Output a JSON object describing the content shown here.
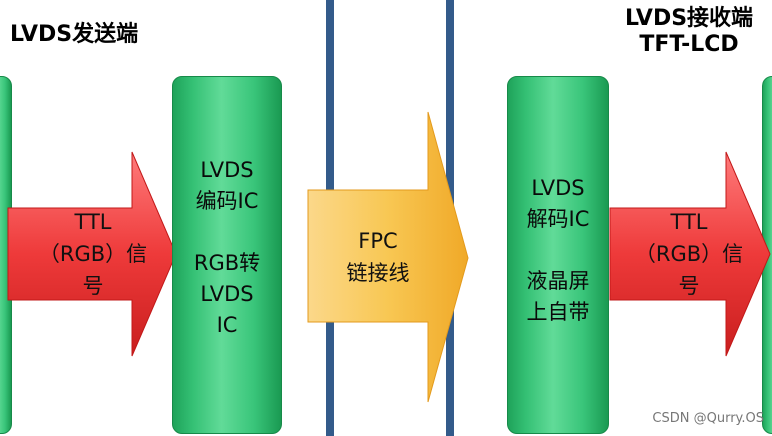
{
  "sender": {
    "title": "LVDS发送端"
  },
  "receiver": {
    "title_line1": "LVDS接收端",
    "title_line2": "TFT-LCD"
  },
  "arrow_left": {
    "line1": "TTL",
    "line2": "（RGB）信",
    "line3": "号"
  },
  "block_left": {
    "line1": "LVDS",
    "line2": "编码IC",
    "line3": "RGB转",
    "line4": "LVDS",
    "line5": "IC"
  },
  "arrow_mid": {
    "line1": "FPC",
    "line2": "链接线"
  },
  "block_right": {
    "line1": "LVDS",
    "line2": "解码IC",
    "line3": "液晶屏",
    "line4": "上自带"
  },
  "arrow_right": {
    "line1": "TTL",
    "line2": "（RGB）信",
    "line3": "号"
  },
  "watermark": "CSDN @Qurry.OS",
  "colors": {
    "block_green": "#34c074",
    "arrow_red": "#f04444",
    "arrow_orange": "#f7c04a",
    "divider_blue": "#335b8a"
  }
}
